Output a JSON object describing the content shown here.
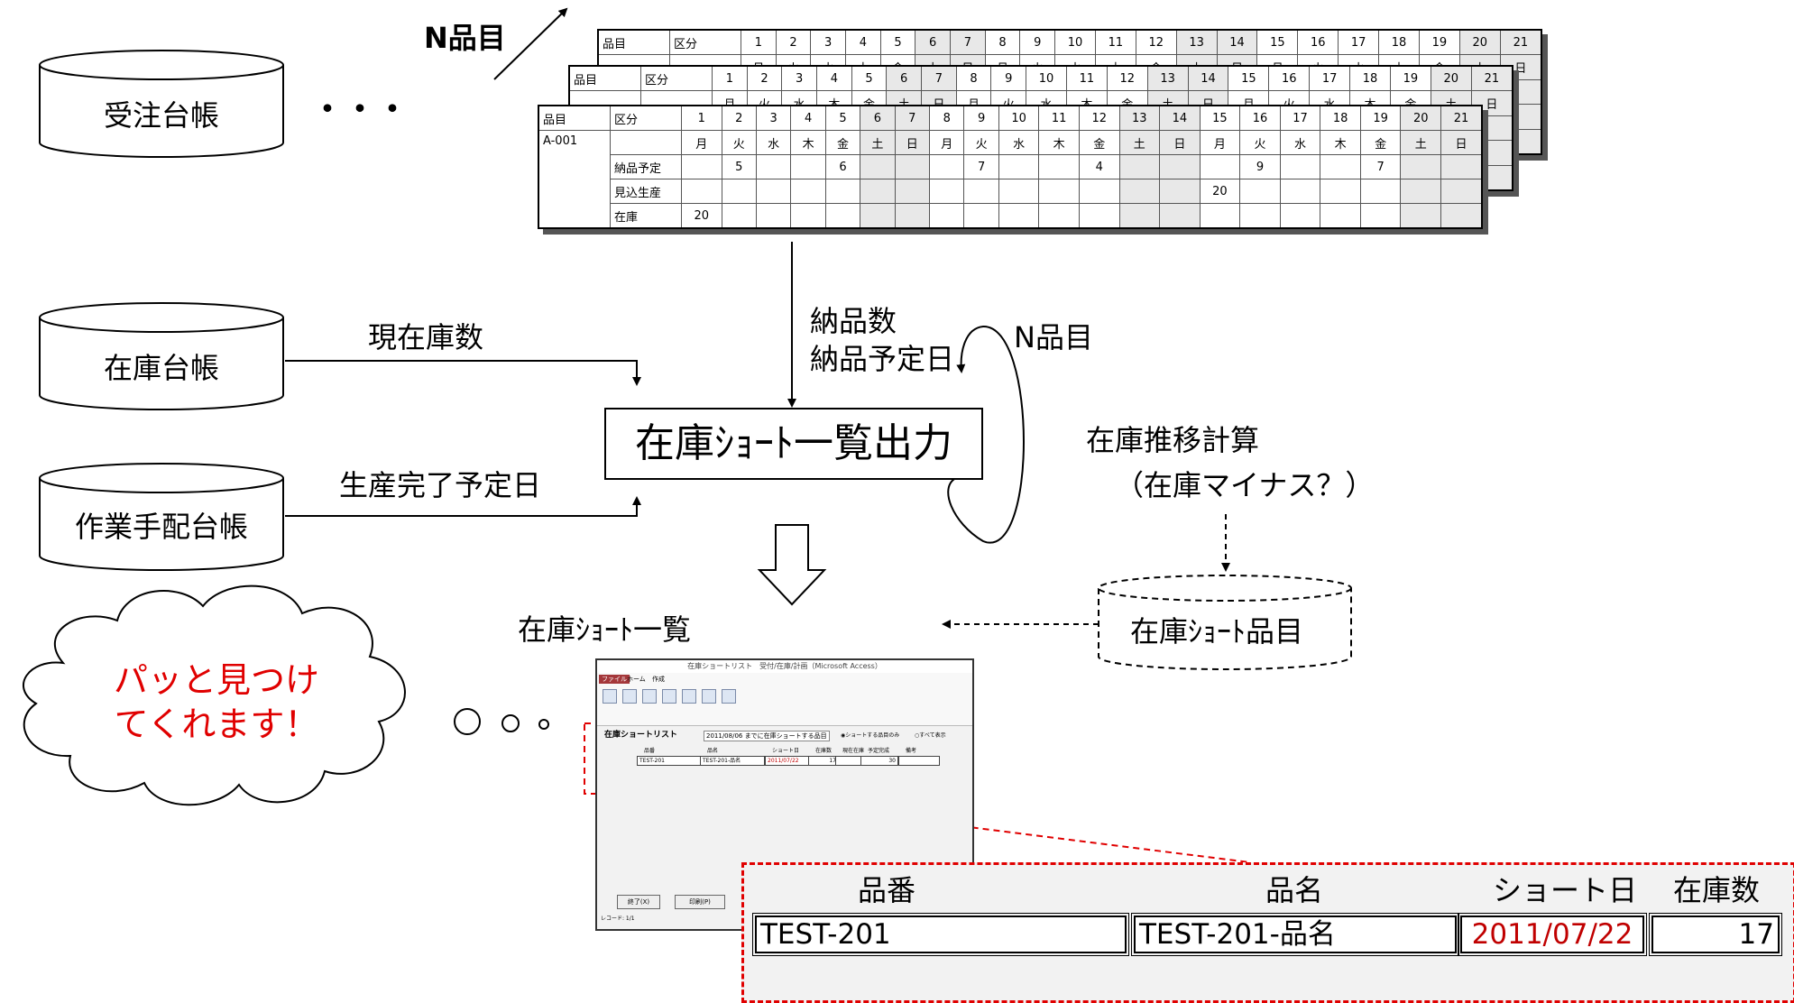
{
  "ledgers": {
    "juchu": "受注台帳",
    "zaiko": "在庫台帳",
    "sagyo": "作業手配台帳",
    "ellipsis": "・・・"
  },
  "labels": {
    "n_items_top": "N品目",
    "n_items_loop": "N品目",
    "current_stock": "現在庫数",
    "production_due": "生産完了予定日",
    "delivery_qty": "納品数",
    "delivery_date": "納品予定日",
    "calc": "在庫推移計算",
    "calc_sub": "（在庫マイナス？）",
    "short_items": "在庫ｼｮｰﾄ品目",
    "short_list": "在庫ｼｮｰﾄ一覧"
  },
  "process": {
    "label": "在庫ｼｮｰﾄ一覧出力"
  },
  "cloud": {
    "line1": "パッと見つけ",
    "line2": "てくれます！",
    "dots": "◯○◦"
  },
  "grid": {
    "col_item": "品目",
    "col_kubun": "区分",
    "days": [
      "1",
      "2",
      "3",
      "4",
      "5",
      "6",
      "7",
      "8",
      "9",
      "10",
      "11",
      "12",
      "13",
      "14",
      "15",
      "16",
      "17",
      "18",
      "19",
      "20",
      "21"
    ],
    "weekdays": [
      "月",
      "火",
      "水",
      "木",
      "金",
      "土",
      "日",
      "月",
      "火",
      "水",
      "木",
      "金",
      "土",
      "日",
      "月",
      "火",
      "水",
      "木",
      "金",
      "土",
      "日"
    ],
    "weekend_index": [
      5,
      6,
      12,
      13,
      19,
      20
    ],
    "item_code": "A-001",
    "rows": [
      {
        "label": "納品予定",
        "values": [
          "",
          "5",
          "",
          "",
          "6",
          "",
          "",
          "",
          "7",
          "",
          "",
          "4",
          "",
          "",
          "",
          "9",
          "",
          "",
          "7",
          "",
          ""
        ]
      },
      {
        "label": "見込生産",
        "values": [
          "",
          "",
          "",
          "",
          "",
          "",
          "",
          "",
          "",
          "",
          "",
          "",
          "",
          "",
          "20",
          "",
          "",
          "",
          "",
          "",
          ""
        ]
      },
      {
        "label": "在庫",
        "values": [
          "20",
          "",
          "",
          "",
          "",
          "",
          "",
          "",
          "",
          "",
          "",
          "",
          "",
          "",
          "",
          "",
          "",
          "",
          "",
          "",
          ""
        ]
      }
    ]
  },
  "screenshot": {
    "window_title": "在庫ショートリスト　受付/在庫/計画（Microsoft Access）",
    "tabs": [
      "ファイル",
      "ホーム",
      "作成"
    ],
    "form_title": "在庫ショートリスト",
    "date_filter": "2011/08/06 までに在庫ショートする品目",
    "filter_opt1": "◉ショートする品目のみ",
    "filter_opt2": "○すべて表示",
    "cols": [
      "品番",
      "品名",
      "ショート日",
      "在庫数",
      "現在在庫",
      "予定完成",
      "備考"
    ],
    "row": [
      "TEST-201",
      "TEST-201-品名",
      "2011/07/22",
      "17",
      "",
      "30",
      ""
    ],
    "btn1": "終了(X)",
    "btn2": "印刷(P)",
    "nav": "レコード: 1/1"
  },
  "zoom": {
    "headers": [
      "品番",
      "品名",
      "ショート日",
      "在庫数"
    ],
    "values": [
      "TEST-201",
      "TEST-201-品名",
      "2011/07/22",
      "17"
    ],
    "date_color": "#c00000"
  }
}
